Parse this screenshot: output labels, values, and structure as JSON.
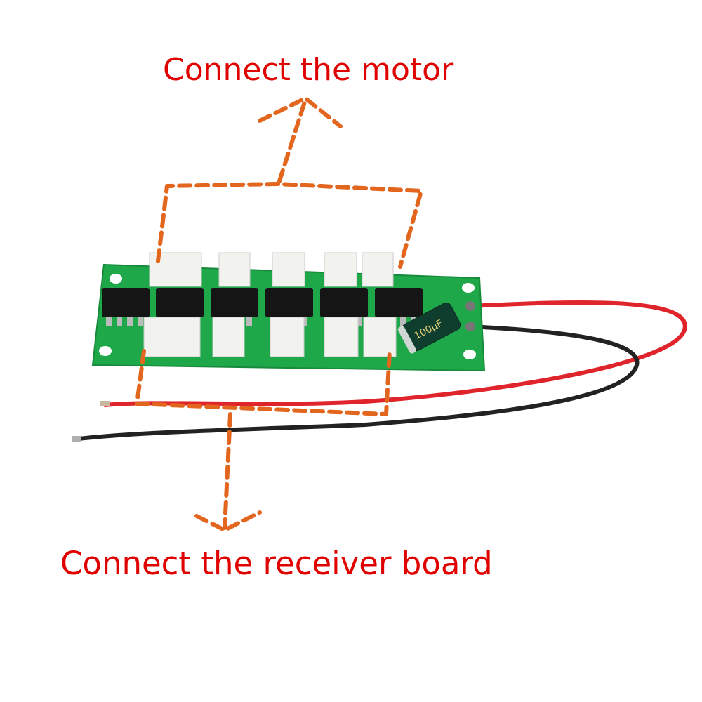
{
  "annotations": {
    "top_label": "Connect the motor",
    "bottom_label": "Connect the receiver board"
  },
  "board": {
    "capacitor_marking": "100µF",
    "chip_count": 6,
    "motor_connector_count": 5,
    "receiver_connector_count": 5
  },
  "colors": {
    "label": "#e00000",
    "dashed_annotation": "#e2661e",
    "pcb": "#1fa84a",
    "red_wire": "#e0242b",
    "black_wire": "#222222"
  }
}
